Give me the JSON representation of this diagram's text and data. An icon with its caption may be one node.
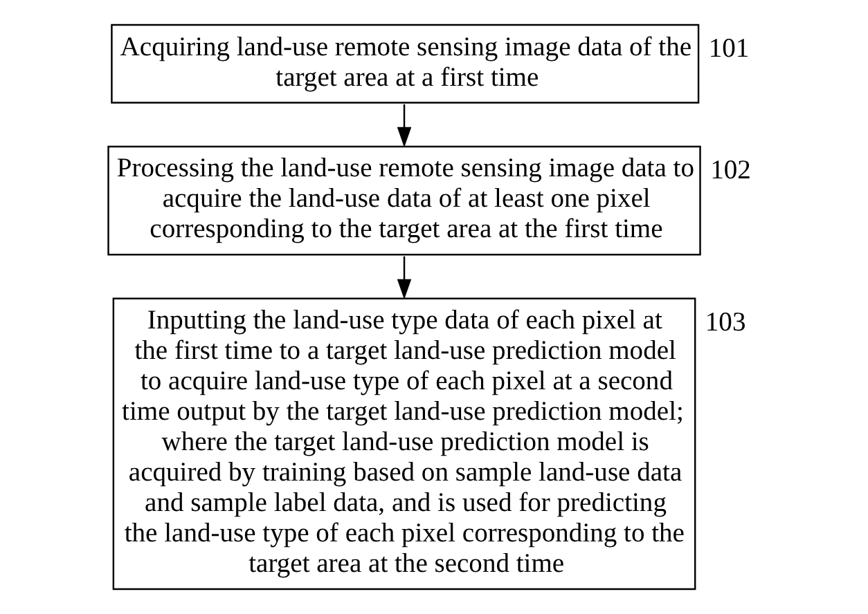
{
  "diagram": {
    "nodes": [
      {
        "text": [
          "Acquiring land-use remote sensing image data of the target area at a first time"
        ],
        "beside": [
          "101"
        ]
      },
      {
        "text": [
          "Processing the land-use remote sensing image data to acquire the land-use data of at least one pixel corresponding to the target area at the first time"
        ],
        "beside": [
          "102"
        ]
      },
      {
        "text": [
          "Inputting the land-use type data of each pixel at the first time to a target land-use prediction model to acquire land-use type of each pixel at a second time output by the target land-use prediction model; where the target land-use prediction model is acquired by training based on sample land-use data and sample label data, and is used for predicting the land-use type of each pixel corresponding to the target area at the second time"
        ],
        "beside": [
          "103"
        ]
      }
    ],
    "edges": [
      {
        "from": 0,
        "to": 1,
        "arrow": "to"
      },
      {
        "from": 1,
        "to": 2,
        "arrow": "to"
      }
    ]
  }
}
